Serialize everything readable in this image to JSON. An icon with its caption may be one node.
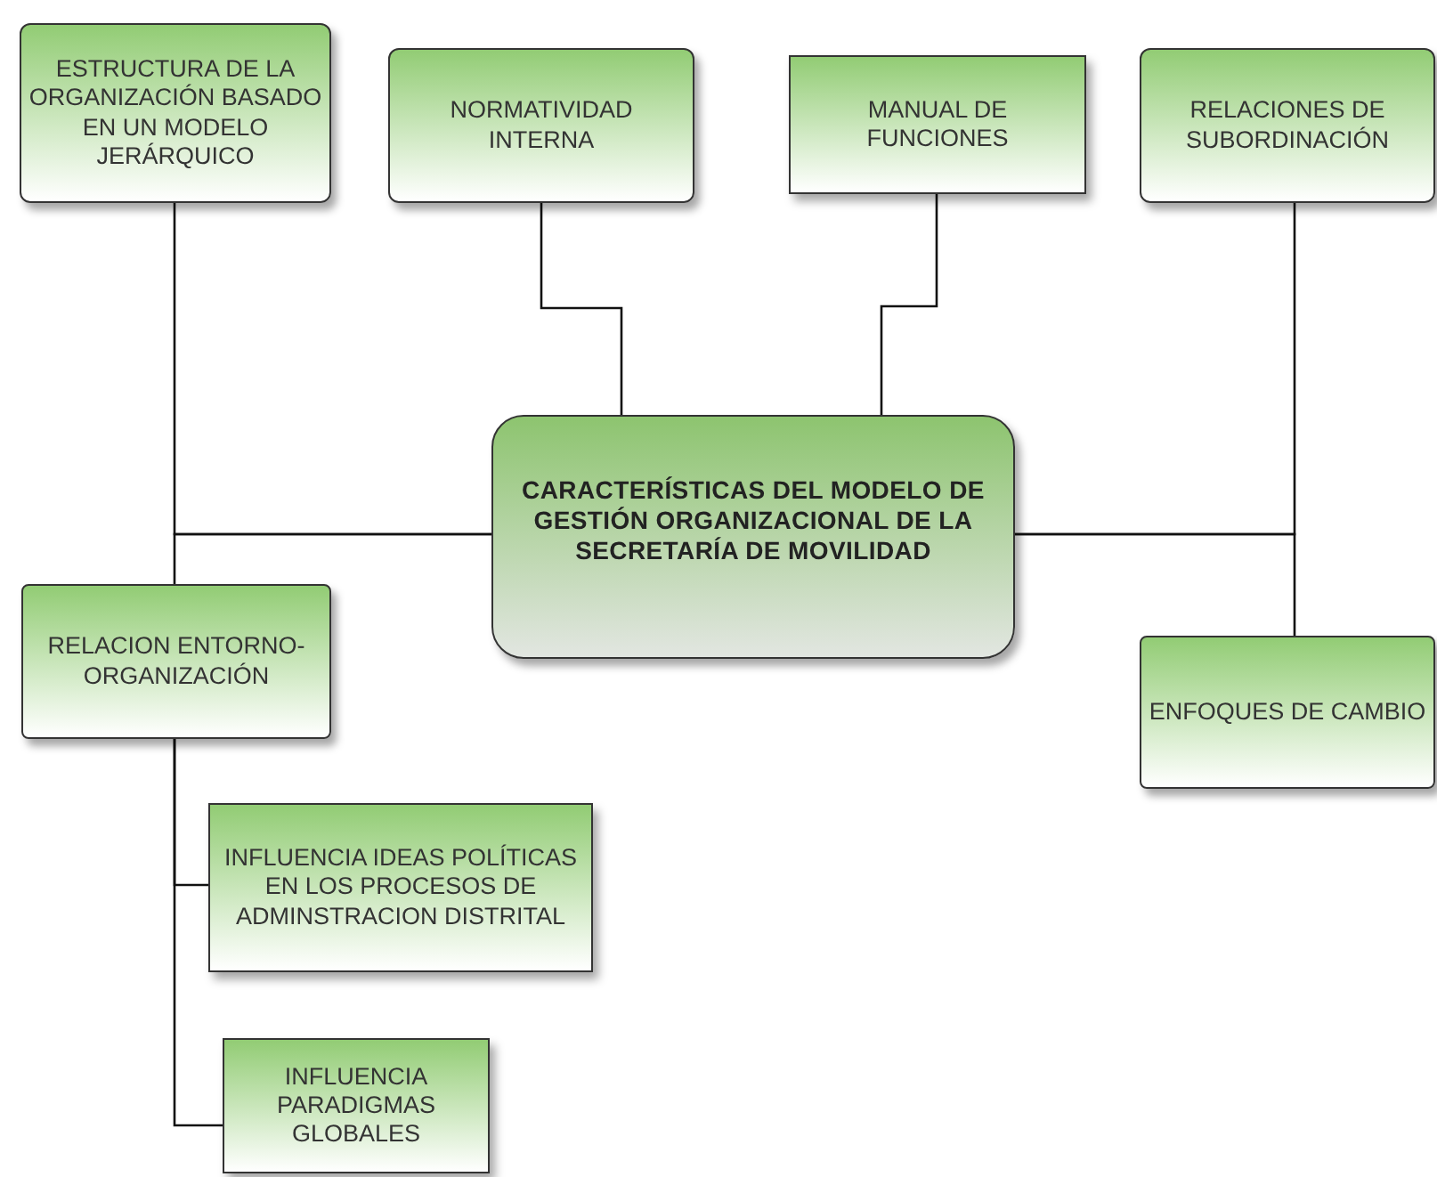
{
  "diagram": {
    "nodes": [
      {
        "text": [
          "CARACTERÍSTICAS DEL MODELO DE GESTIÓN ORGANIZACIONAL DE LA SECRETARÍA DE MOVILIDAD"
        ]
      },
      {
        "text": [
          "ESTRUCTURA DE LA ORGANIZACIÓN BASADO EN UN MODELO JERÁRQUICO"
        ]
      },
      {
        "text": [
          "NORMATIVIDAD INTERNA"
        ]
      },
      {
        "text": [
          "MANUAL DE FUNCIONES"
        ]
      },
      {
        "text": [
          "RELACIONES DE SUBORDINACIÓN"
        ]
      },
      {
        "text": [
          "RELACION ENTORNO-ORGANIZACIÓN"
        ]
      },
      {
        "text": [
          "ENFOQUES DE CAMBIO"
        ]
      },
      {
        "text": [
          "INFLUENCIA IDEAS POLÍTICAS EN LOS PROCESOS DE ADMINSTRACION DISTRITAL"
        ]
      },
      {
        "text": [
          "INFLUENCIA PARADIGMAS GLOBALES"
        ]
      }
    ],
    "edges": [
      {
        "from": 0,
        "to": 1,
        "arrow": "none"
      },
      {
        "from": 0,
        "to": 2,
        "arrow": "none"
      },
      {
        "from": 0,
        "to": 3,
        "arrow": "none"
      },
      {
        "from": 0,
        "to": 4,
        "arrow": "none"
      },
      {
        "from": 0,
        "to": 5,
        "arrow": "none"
      },
      {
        "from": 0,
        "to": 6,
        "arrow": "none"
      },
      {
        "from": 5,
        "to": 7,
        "arrow": "none"
      },
      {
        "from": 5,
        "to": 8,
        "arrow": "none"
      }
    ]
  }
}
